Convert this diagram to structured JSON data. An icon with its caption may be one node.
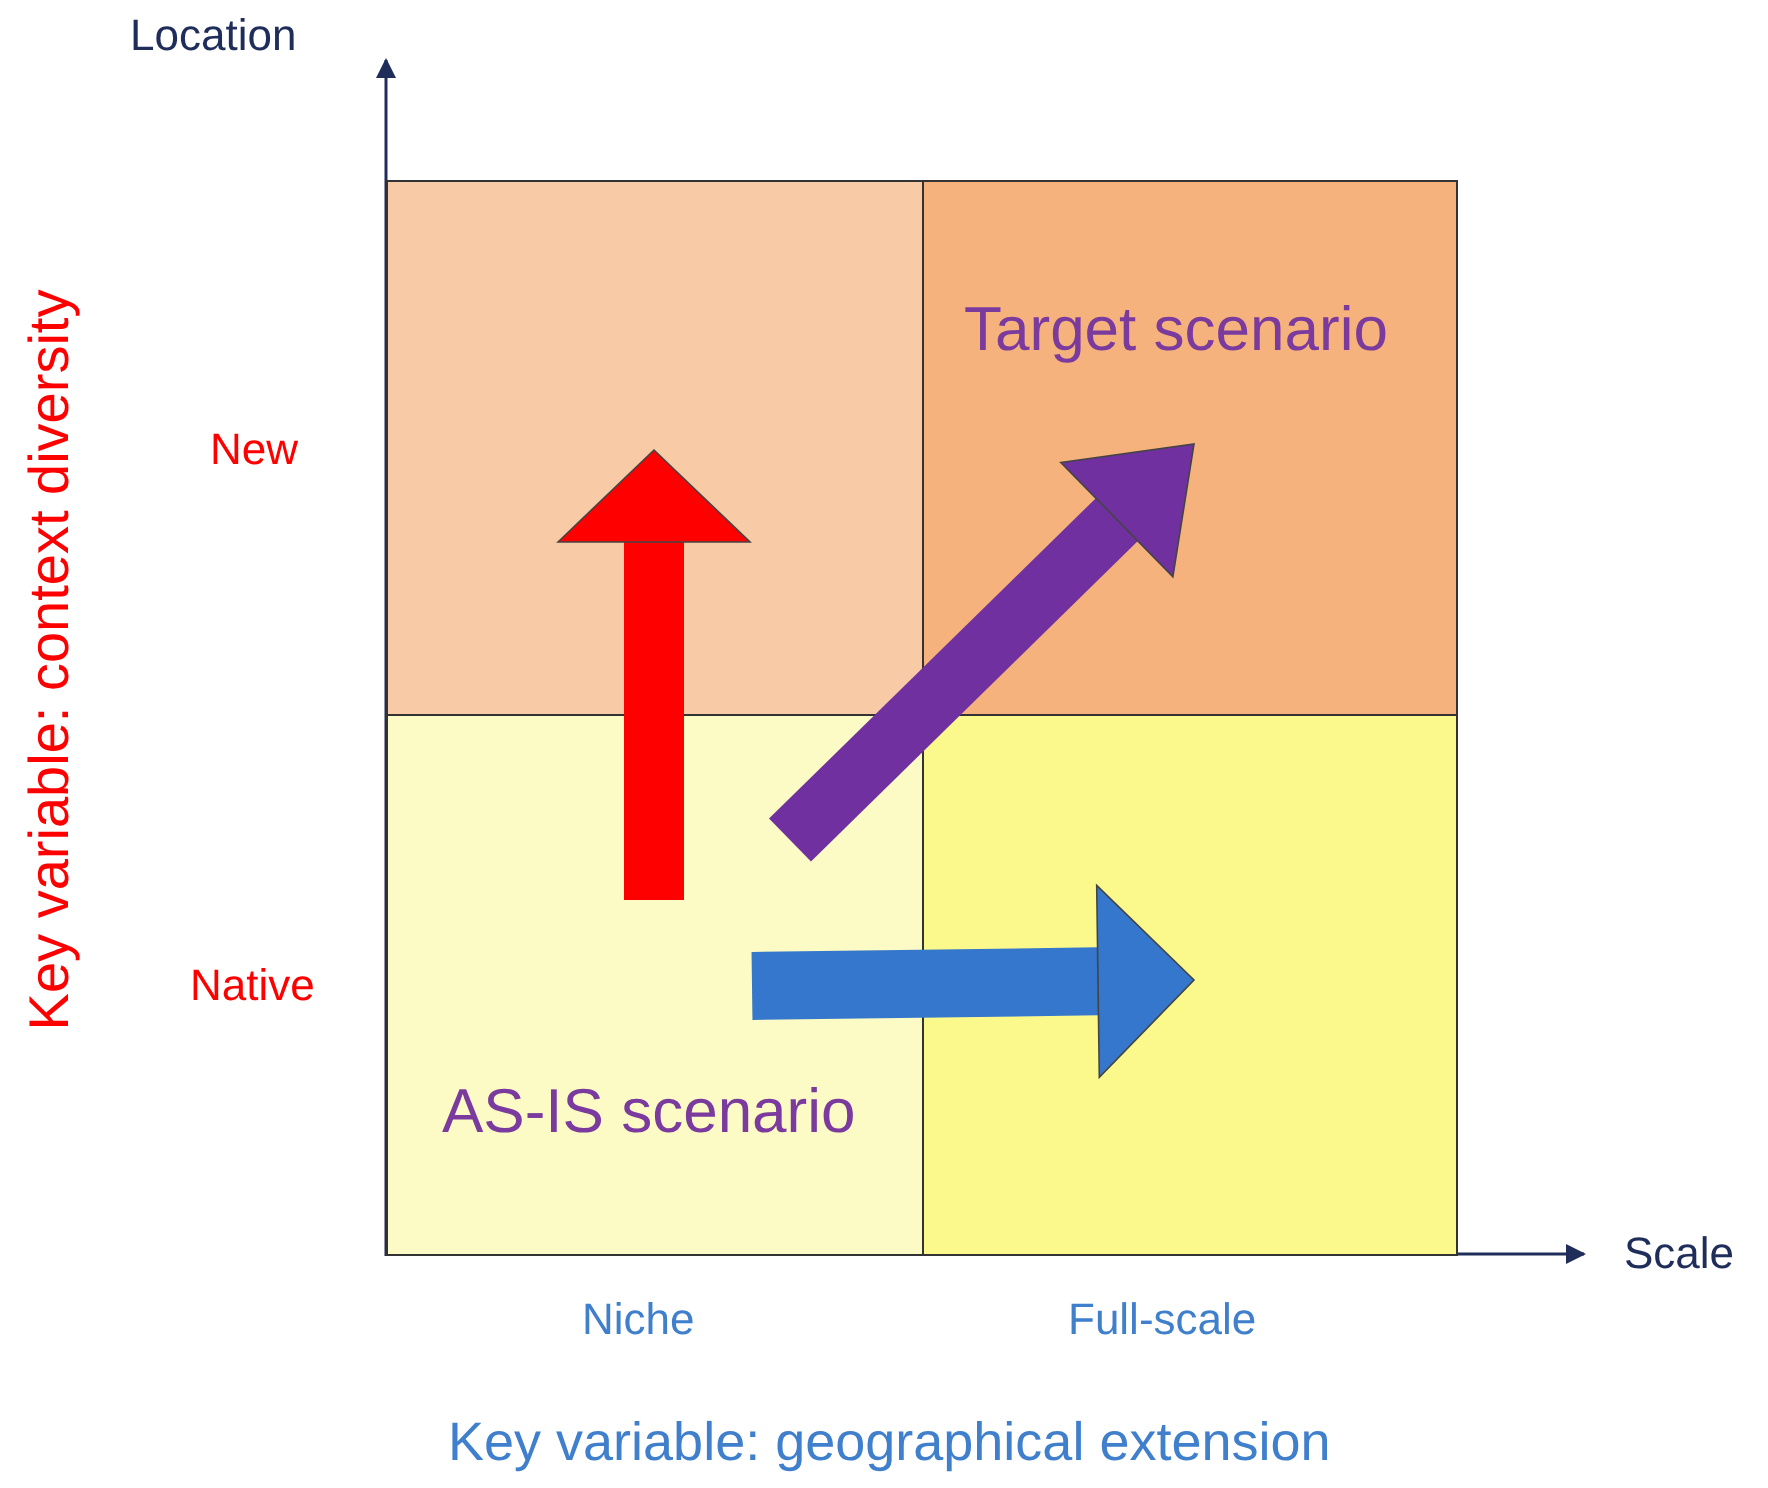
{
  "diagram": {
    "nodes": [
      {
        "text": [],
        "shape": "box"
      },
      {
        "text": [
          "Target scenario"
        ]
      },
      {
        "text": [
          "AS-IS scenario"
        ]
      },
      {
        "text": [],
        "shape": "box"
      }
    ],
    "edges": [
      {
        "from": 2,
        "to": 0,
        "arrow": "to",
        "color": "#ff0000"
      },
      {
        "from": 2,
        "to": 1,
        "arrow": "to",
        "color": "#7030a0"
      },
      {
        "from": 2,
        "to": 3,
        "arrow": "to",
        "color": "#3477cc"
      }
    ],
    "labels": [
      "Location",
      "Key variable: context diversity",
      "New",
      "Native",
      "Scale",
      "Niche",
      "Full-scale",
      "Key variable: geographical extension"
    ]
  }
}
